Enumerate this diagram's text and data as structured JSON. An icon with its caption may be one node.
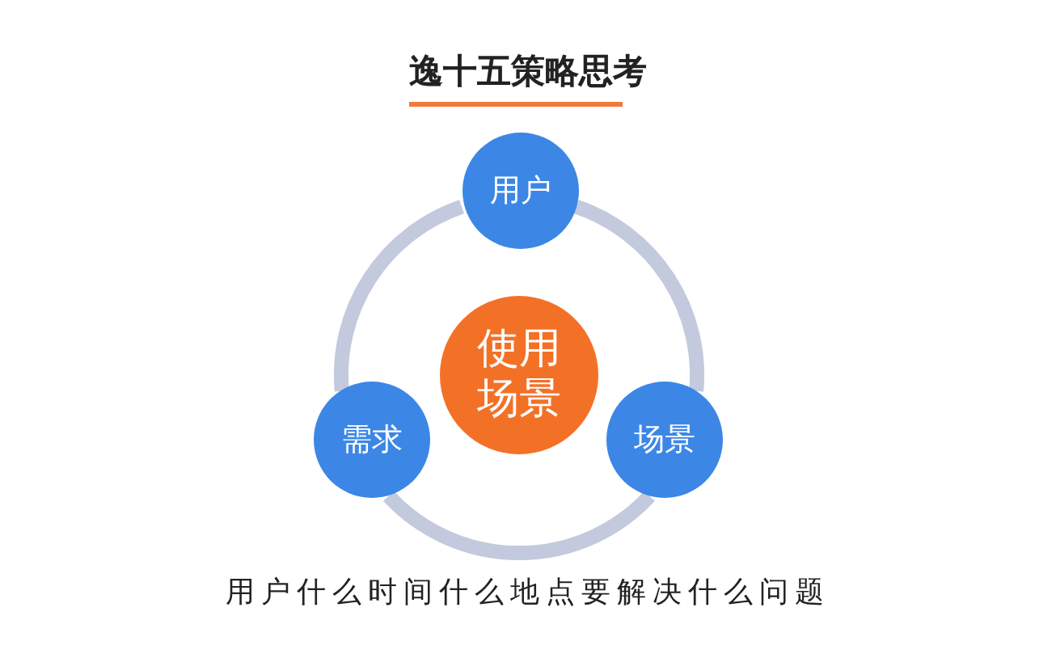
{
  "diagram": {
    "title": "逸十五策略思考",
    "caption": "用户什么时间什么地点要解决什么问题",
    "nodes": [
      {
        "text": [
          "用户"
        ]
      },
      {
        "text": [
          "使用场景"
        ]
      },
      {
        "text": [
          "需求"
        ]
      },
      {
        "text": [
          "场景"
        ]
      }
    ],
    "edges": [
      {
        "from": 0,
        "to": 3,
        "arrow": "none"
      },
      {
        "from": 3,
        "to": 2,
        "arrow": "none"
      },
      {
        "from": 2,
        "to": 0,
        "arrow": "none"
      }
    ]
  }
}
